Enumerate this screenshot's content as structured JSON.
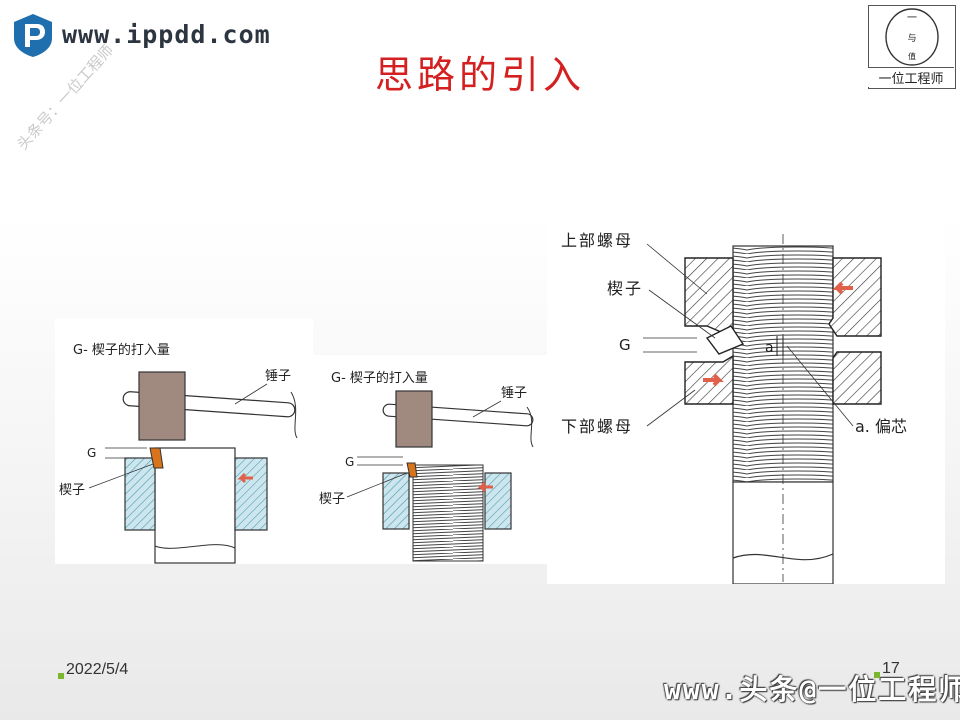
{
  "header": {
    "site_url": "www.ippdd.com",
    "slide_title": "思路的引入",
    "watermark": "头条号：一位工程师",
    "stamp_glyphs": [
      "一",
      "与",
      "值"
    ],
    "stamp_label": "一位工程师"
  },
  "fig_a": {
    "caption": "G- 楔子的打入量",
    "hammer_label": "锤子",
    "g_label": "G",
    "wedge_label": "楔子"
  },
  "fig_b": {
    "caption": "G- 楔子的打入量",
    "hammer_label": "锤子",
    "g_label": "G",
    "wedge_label": "楔子"
  },
  "fig_c": {
    "upper_nut_label": "上部螺母",
    "wedge_label": "楔子",
    "g_label": "G",
    "lower_nut_label": "下部螺母",
    "offset_label": "a. 偏芯",
    "a_mark": "a"
  },
  "footer": {
    "date": "2022/5/4",
    "page_number": "17",
    "watermark": "www.头条@一位工程师"
  },
  "colors": {
    "title_red": "#d42020",
    "hatch_teal": "#4a9db0",
    "wedge_orange": "#d8741c",
    "arrow_red": "#e0604a",
    "hammer_brown": "#a08a80",
    "bullet_green": "#7ab62e"
  }
}
